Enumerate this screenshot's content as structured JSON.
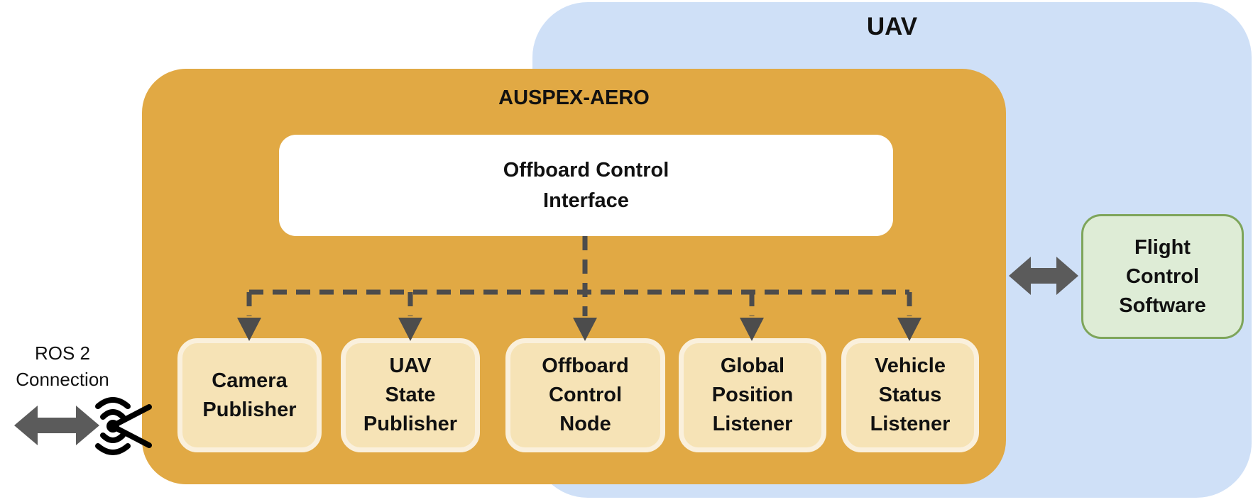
{
  "uav": {
    "label": "UAV"
  },
  "auspex": {
    "label": "AUSPEX-AERO"
  },
  "interface": {
    "line1": "Offboard Control",
    "line2": "Interface"
  },
  "nodes": [
    {
      "lines": [
        "Camera",
        "Publisher"
      ]
    },
    {
      "lines": [
        "UAV",
        "State",
        "Publisher"
      ]
    },
    {
      "lines": [
        "Offboard",
        "Control",
        "Node"
      ]
    },
    {
      "lines": [
        "Global",
        "Position",
        "Listener"
      ]
    },
    {
      "lines": [
        "Vehicle",
        "Status",
        "Listener"
      ]
    }
  ],
  "flight_control": {
    "line1": "Flight",
    "line2": "Control",
    "line3": "Software"
  },
  "ros2_connection": {
    "line1": "ROS 2",
    "line2": "Connection"
  },
  "icons": {
    "ros2_link": "wireless-antenna-icon",
    "left_connector": "double-headed-arrow-icon",
    "right_connector": "double-headed-arrow-icon",
    "dispatch_arrows": "arrow-down-icon"
  },
  "colors": {
    "uav_fill": "#CFE0F7",
    "auspex_fill": "#E1A944",
    "interface_fill": "#FFFFFF",
    "node_fill": "#F6E3B6",
    "node_border": "#FAF0DC",
    "flight_control_fill": "#DEECD6",
    "flight_control_border": "#7EA55B",
    "connector_gray": "#4C4C4C",
    "arrow_gray": "#5B5B5B",
    "icon_black": "#000000",
    "text_black": "#111111"
  }
}
